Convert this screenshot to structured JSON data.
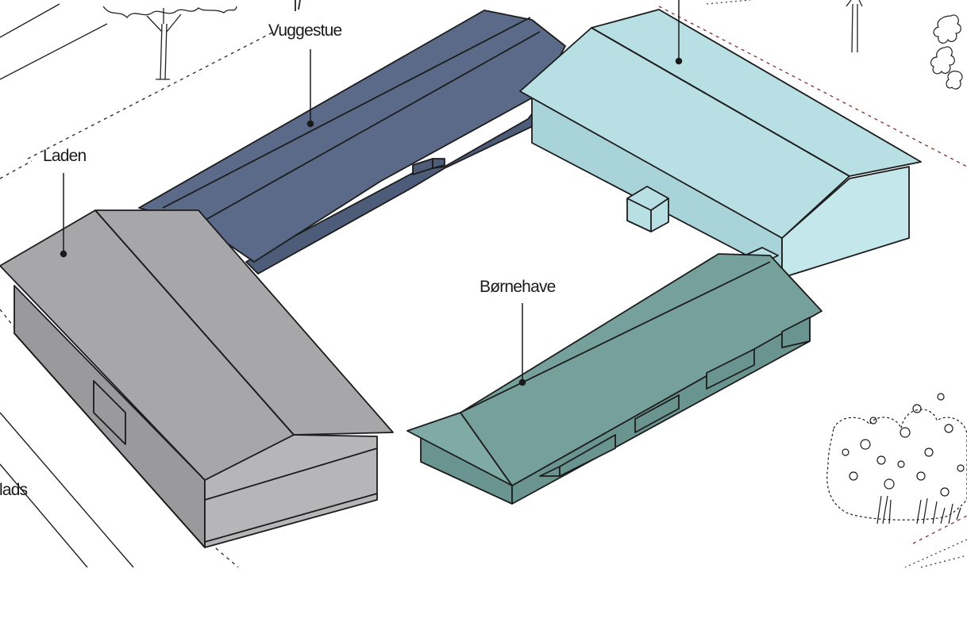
{
  "labels": {
    "vuggestue": "Vuggestue",
    "laden": "Laden",
    "bornehave": "Børnehave",
    "plads_partial": "lads"
  },
  "colors": {
    "vuggestue_roof": "#5a6a88",
    "vuggestue_wall": "#4d5c78",
    "laden_roof": "#a7a7a9",
    "laden_wall": "#9a9a9c",
    "laden_end": "#b6b6b8",
    "bornehave_roof": "#76a09b",
    "bornehave_wall": "#6a948f",
    "bornehave_end": "#80aaa5",
    "light_roof": "#b7dfe4",
    "light_wall": "#a8d3d9",
    "light_end": "#c3e7eb",
    "outline": "#1c1c1c",
    "plot_line": "#222222",
    "plot_line_red": "#7a3030"
  },
  "icons": {
    "tree_top_left": "tree-icon",
    "tree_top_right": "tree-icon",
    "shrubs_bottom_right": "shrub-icon",
    "shrub_right_edge": "shrub-icon"
  }
}
